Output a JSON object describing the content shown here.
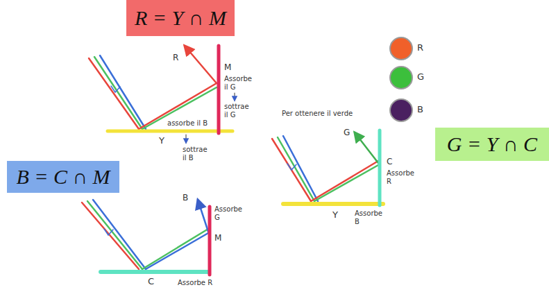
{
  "diagram": {
    "nodes": [
      {
        "text": [
          "R = Y ∩ M"
        ]
      },
      {
        "text": [
          "G = Y ∩ C"
        ]
      },
      {
        "text": [
          "B = C ∩ M"
        ]
      }
    ],
    "labels": [
      "R",
      "M",
      "Assorbe il G",
      "sottrae il G",
      "assorbe il B",
      "Y",
      "sottrae il B",
      "Per ottenere il verde",
      "G",
      "C",
      "Assorbe R",
      "Y",
      "Assorbe B",
      "B",
      "Assorbe G",
      "M",
      "C",
      "Assorbe R"
    ],
    "legend": [
      {
        "text": "R",
        "color": "#f0602a"
      },
      {
        "text": "G",
        "color": "#3cbf3c"
      },
      {
        "text": "B",
        "color": "#4a2060"
      }
    ]
  }
}
